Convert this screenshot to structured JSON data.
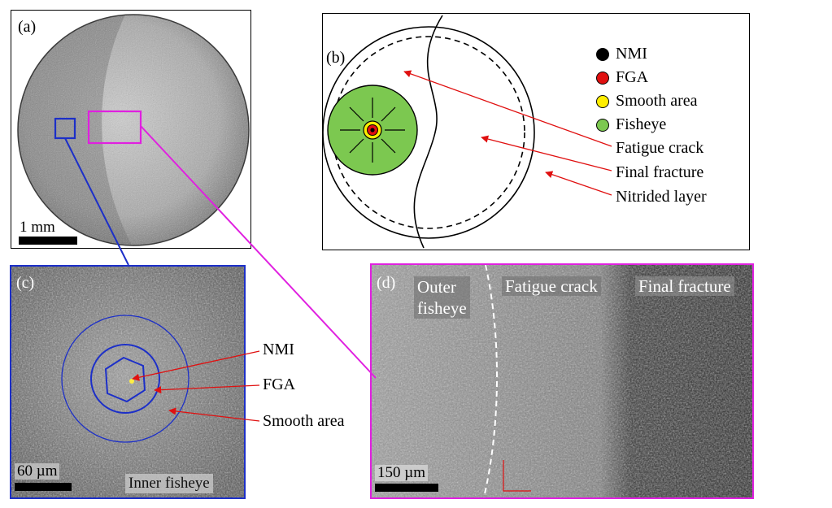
{
  "panel_a": {
    "label": "(a)",
    "scale_text": "1 mm"
  },
  "panel_b": {
    "label": "(b)",
    "legend": [
      {
        "label": "NMI",
        "color": "#000000"
      },
      {
        "label": "FGA",
        "color": "#e01010"
      },
      {
        "label": "Smooth area",
        "color": "#ffee00"
      },
      {
        "label": "Fisheye",
        "color": "#7cc850"
      }
    ],
    "callouts": [
      "Fatigue crack",
      "Final fracture",
      "Nitrided layer"
    ]
  },
  "panel_c": {
    "label": "(c)",
    "callouts": [
      "NMI",
      "FGA",
      "Smooth area"
    ],
    "scale_text": "60 µm",
    "region_label": "Inner fisheye"
  },
  "panel_d": {
    "label": "(d)",
    "regions": [
      "Outer\nfisheye",
      "Fatigue crack",
      "Final fracture"
    ],
    "scale_text": "150 µm"
  },
  "colors": {
    "panel_c_frame": "#1c2fc8",
    "panel_d_frame": "#e020e0",
    "arrow": "#e01010"
  }
}
